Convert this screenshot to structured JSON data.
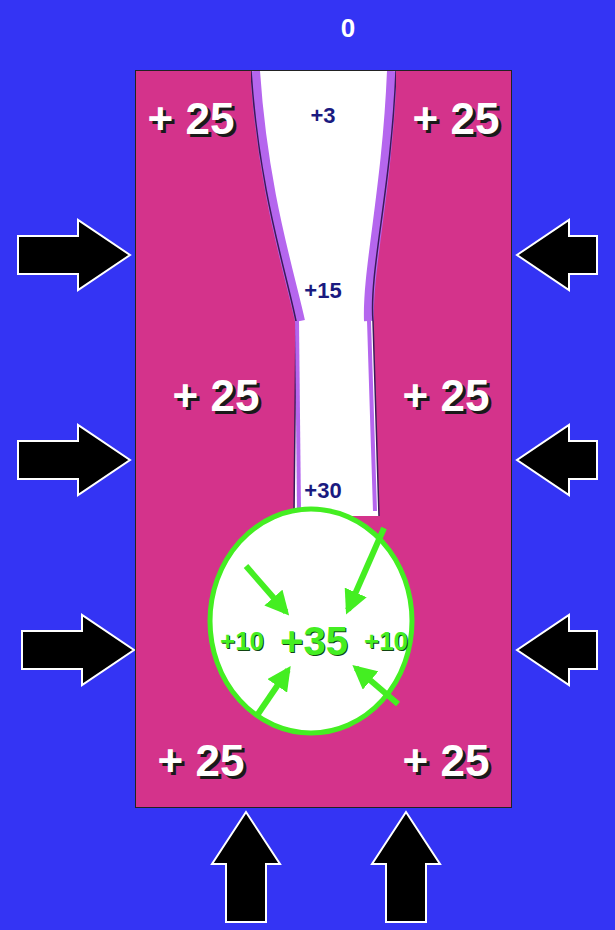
{
  "diagram": {
    "nodes": [
      {
        "text": [
          "+ 25",
          "+ 25",
          "+ 25",
          "+ 25",
          "+ 25",
          "+ 25"
        ]
      },
      {
        "text": [
          "+3",
          "+15",
          "+30"
        ],
        "in": 0
      },
      {
        "text": [
          "+10",
          "+35",
          "+10"
        ],
        "in": 0
      }
    ],
    "labels": [
      "0"
    ]
  }
}
